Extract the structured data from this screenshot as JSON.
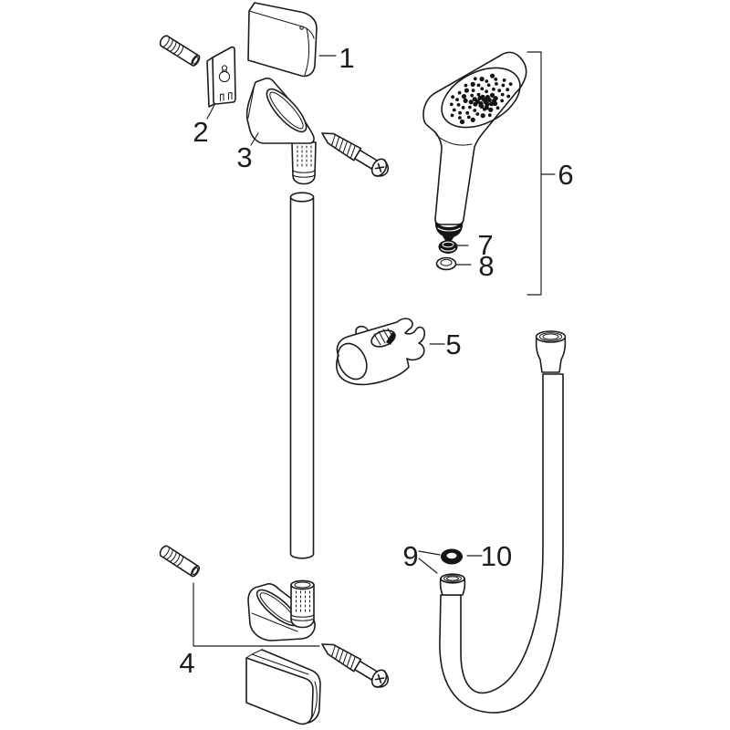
{
  "diagram": {
    "kind": "exploded-parts-diagram",
    "colors": {
      "background": "#ffffff",
      "ink": "#1c1c1c",
      "dark_fill": "#141414"
    },
    "callouts": [
      {
        "number": "1",
        "part": "cover-cap"
      },
      {
        "number": "2",
        "part": "wall-mount-plate"
      },
      {
        "number": "3",
        "part": "upper-rail-bracket"
      },
      {
        "number": "4",
        "part": "lower-fixing-set"
      },
      {
        "number": "5",
        "part": "shower-holder-slider"
      },
      {
        "number": "6",
        "part": "hand-shower"
      },
      {
        "number": "7",
        "part": "filter-insert"
      },
      {
        "number": "8",
        "part": "sealing-ring"
      },
      {
        "number": "9",
        "part": "shower-hose"
      },
      {
        "number": "10",
        "part": "hose-gasket"
      }
    ]
  }
}
